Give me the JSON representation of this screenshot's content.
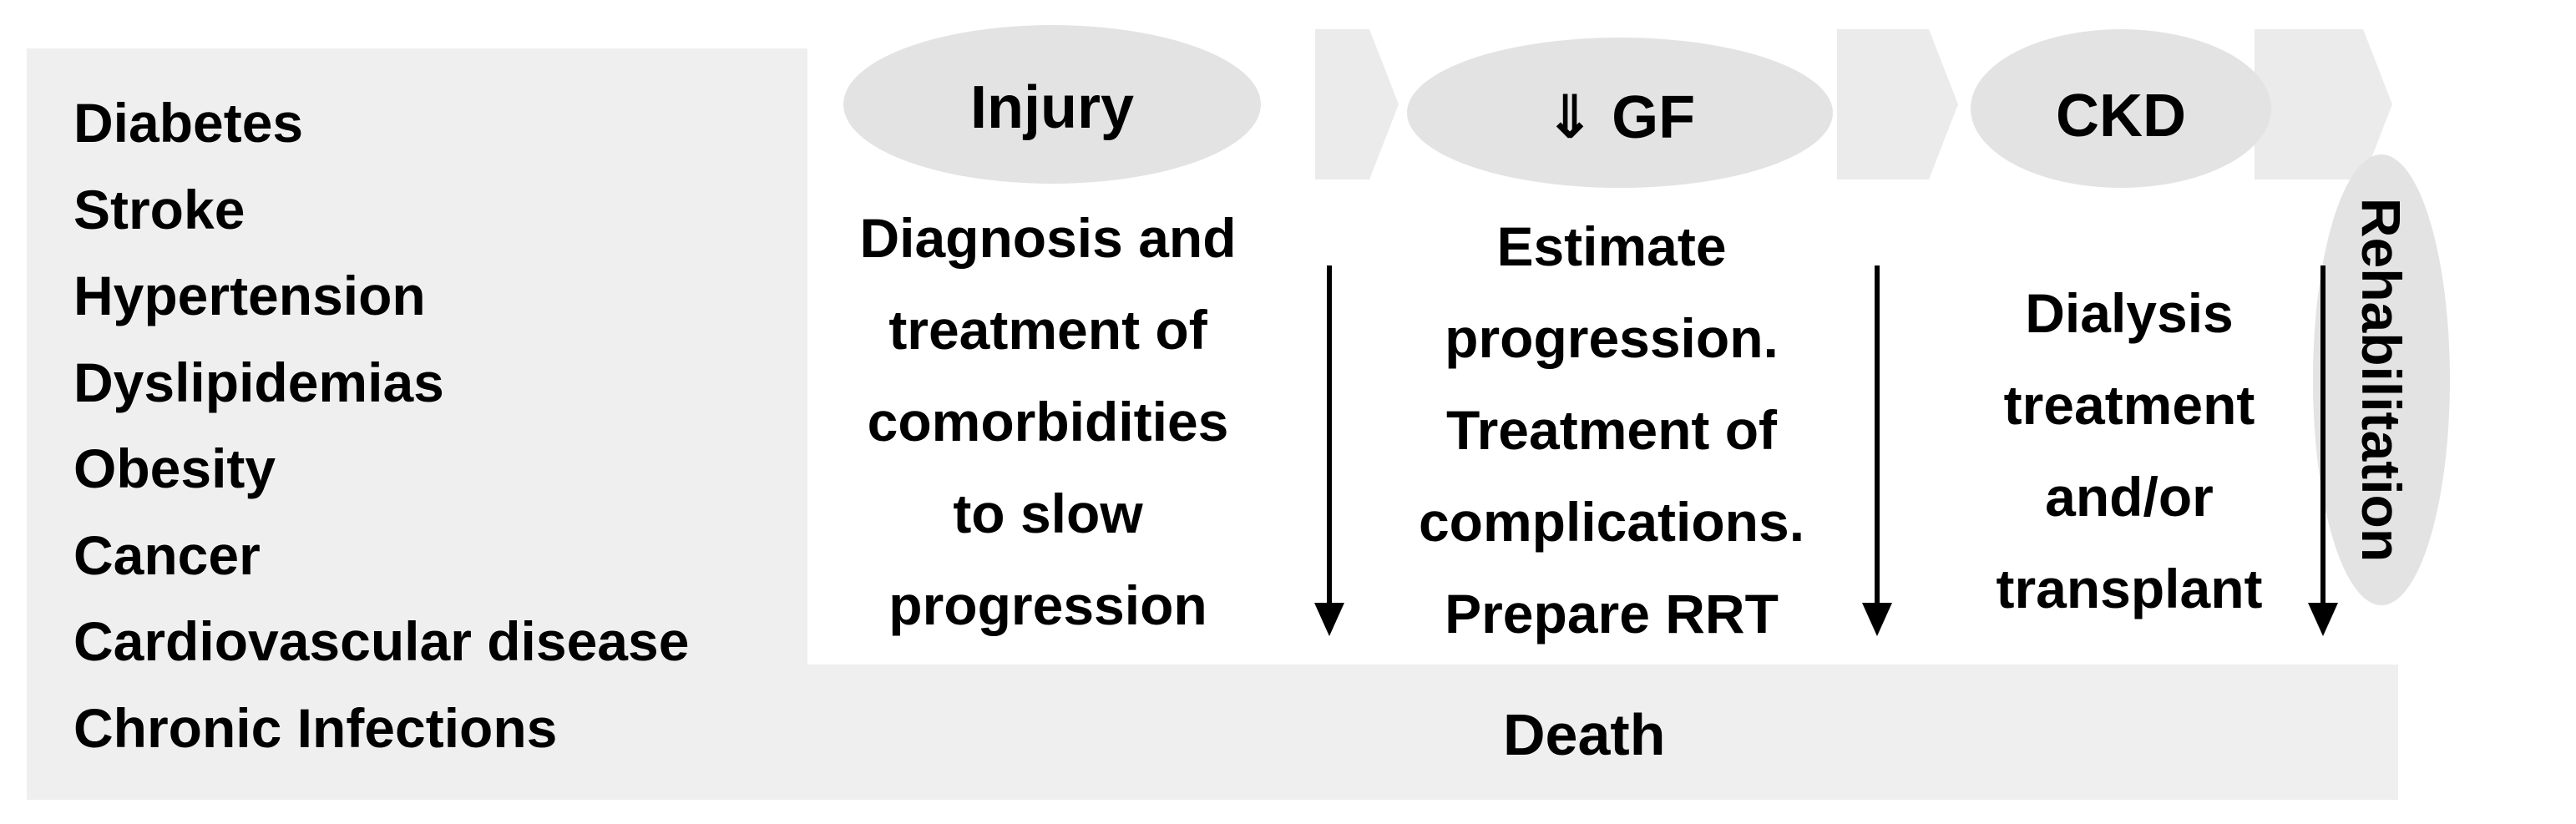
{
  "risk_factors": [
    "Diabetes",
    "Stroke",
    "Hypertension",
    "Dyslipidemias",
    "Obesity",
    "Cancer",
    "Cardiovascular disease",
    "Chronic Infections"
  ],
  "stages": [
    {
      "label": "Injury",
      "description": "Diagnosis and\ntreatment of\ncomorbidities\nto slow\nprogression"
    },
    {
      "label": "⇓ GF",
      "description": "Estimate\nprogression.\nTreatment of\ncomplications.\nPrepare RRT"
    },
    {
      "label": "CKD",
      "description": "Dialysis\ntreatment\nand/or\ntransplant"
    }
  ],
  "outcome_label": "Death",
  "final_label": "Rehabilitation",
  "colors": {
    "panel": "#efefef",
    "ellipse": "#e3e3e3",
    "chevron": "#ebebeb",
    "arrow": "#000000",
    "text": "#000000"
  }
}
